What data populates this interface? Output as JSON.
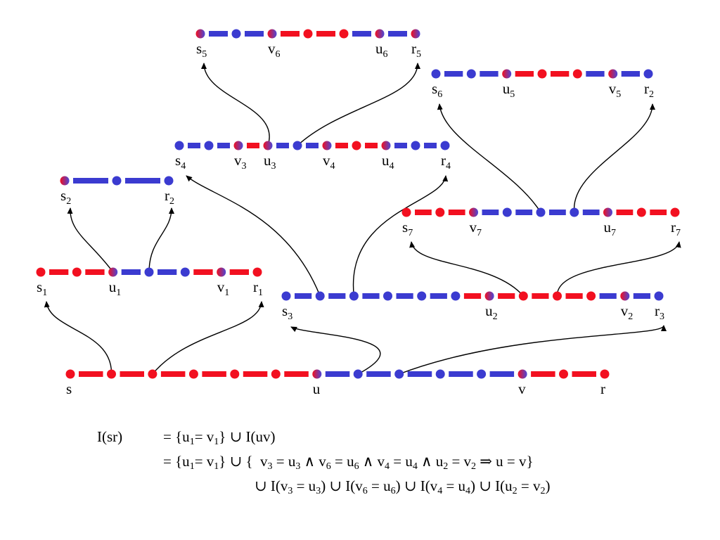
{
  "colors": {
    "red": "#f21020",
    "blue": "#3b3bd0",
    "mixed_from": "#f21020",
    "mixed_to": "#4a46d8",
    "arrow": "#000000"
  },
  "chains": [
    {
      "id": "chain-s-r",
      "segments": [
        "red",
        "red",
        "red",
        "red",
        "red",
        "red",
        "blue",
        "blue",
        "blue",
        "blue",
        "blue",
        "red",
        "red"
      ],
      "nodes": [
        "red",
        "red",
        "red",
        "red",
        "red",
        "red",
        "mixed",
        "blue",
        "blue",
        "blue",
        "blue",
        "mixed",
        "red",
        "red"
      ],
      "labels": [
        {
          "node": 0,
          "text": "s",
          "sub": ""
        },
        {
          "node": 6,
          "text": "u",
          "sub": ""
        },
        {
          "node": 11,
          "text": "v",
          "sub": ""
        },
        {
          "node": 13,
          "text": "r",
          "sub": ""
        }
      ]
    },
    {
      "id": "chain-s1-r1",
      "segments": [
        "red",
        "red",
        "blue",
        "blue",
        "red",
        "red"
      ],
      "nodes": [
        "red",
        "red",
        "mixed",
        "blue",
        "blue",
        "mixed",
        "red"
      ],
      "labels": [
        {
          "node": 0,
          "text": "s",
          "sub": "1"
        },
        {
          "node": 2,
          "text": "u",
          "sub": "1"
        },
        {
          "node": 5,
          "text": "v",
          "sub": "1"
        },
        {
          "node": 6,
          "text": "r",
          "sub": "1"
        }
      ]
    },
    {
      "id": "chain-s2-r2",
      "segments": [
        "blue",
        "blue"
      ],
      "nodes": [
        "mixed",
        "blue",
        "blue"
      ],
      "labels": [
        {
          "node": 0,
          "text": "s",
          "sub": "2"
        },
        {
          "node": 2,
          "text": "r",
          "sub": "2"
        }
      ]
    },
    {
      "id": "chain-s4-r4",
      "segments": [
        "blue",
        "blue",
        "red",
        "blue",
        "blue",
        "red",
        "red",
        "blue",
        "blue"
      ],
      "nodes": [
        "blue",
        "blue",
        "mixed",
        "mixed",
        "blue",
        "mixed",
        "red",
        "mixed",
        "blue",
        "blue"
      ],
      "labels": [
        {
          "node": 0,
          "text": "s",
          "sub": "4"
        },
        {
          "node": 2,
          "text": "v",
          "sub": "3"
        },
        {
          "node": 3,
          "text": "u",
          "sub": "3"
        },
        {
          "node": 5,
          "text": "v",
          "sub": "4"
        },
        {
          "node": 7,
          "text": "u",
          "sub": "4"
        },
        {
          "node": 9,
          "text": "r",
          "sub": "4"
        }
      ]
    },
    {
      "id": "chain-s5-r5",
      "segments": [
        "blue",
        "blue",
        "red",
        "red",
        "blue",
        "blue"
      ],
      "nodes": [
        "mixed",
        "blue",
        "mixed",
        "red",
        "red",
        "mixed",
        "mixed"
      ],
      "labels": [
        {
          "node": 0,
          "text": "s",
          "sub": "5"
        },
        {
          "node": 2,
          "text": "v",
          "sub": "6"
        },
        {
          "node": 5,
          "text": "u",
          "sub": "6"
        },
        {
          "node": 6,
          "text": "r",
          "sub": "5"
        }
      ]
    },
    {
      "id": "chain-s6-r2",
      "segments": [
        "blue",
        "blue",
        "red",
        "red",
        "blue",
        "blue"
      ],
      "nodes": [
        "blue",
        "blue",
        "mixed",
        "red",
        "red",
        "mixed",
        "blue"
      ],
      "labels": [
        {
          "node": 0,
          "text": "s",
          "sub": "6"
        },
        {
          "node": 2,
          "text": "u",
          "sub": "5"
        },
        {
          "node": 5,
          "text": "v",
          "sub": "5"
        },
        {
          "node": 6,
          "text": "r",
          "sub": "2"
        }
      ]
    },
    {
      "id": "chain-s7-r7",
      "segments": [
        "red",
        "red",
        "blue",
        "blue",
        "blue",
        "blue",
        "red",
        "red"
      ],
      "nodes": [
        "red",
        "red",
        "mixed",
        "blue",
        "blue",
        "blue",
        "mixed",
        "red",
        "red"
      ],
      "labels": [
        {
          "node": 0,
          "text": "s",
          "sub": "7"
        },
        {
          "node": 2,
          "text": "v",
          "sub": "7"
        },
        {
          "node": 6,
          "text": "u",
          "sub": "7"
        },
        {
          "node": 8,
          "text": "r",
          "sub": "7"
        }
      ]
    },
    {
      "id": "chain-s3-r3",
      "segments": [
        "blue",
        "blue",
        "blue",
        "blue",
        "blue",
        "red",
        "red",
        "red",
        "red",
        "blue",
        "blue"
      ],
      "nodes": [
        "blue",
        "blue",
        "blue",
        "blue",
        "blue",
        "blue",
        "mixed",
        "red",
        "red",
        "red",
        "mixed",
        "blue"
      ],
      "labels": [
        {
          "node": 0,
          "text": "s",
          "sub": "3"
        },
        {
          "node": 6,
          "text": "u",
          "sub": "2"
        },
        {
          "node": 10,
          "text": "v",
          "sub": "2"
        },
        {
          "node": 11,
          "text": "r",
          "sub": "3"
        }
      ]
    }
  ],
  "equations": {
    "lhs": "I(sr)",
    "line1": [
      {
        "t": "= {u"
      },
      {
        "s": "1"
      },
      {
        "t": "= v"
      },
      {
        "s": "1"
      },
      {
        "t": "} ∪ I(uv)"
      }
    ],
    "line2": [
      {
        "t": "= {u"
      },
      {
        "s": "1"
      },
      {
        "t": "= v"
      },
      {
        "s": "1"
      },
      {
        "t": "} ∪ {  v"
      },
      {
        "s": "3"
      },
      {
        "t": " = u"
      },
      {
        "s": "3"
      },
      {
        "t": " ∧ v"
      },
      {
        "s": "6"
      },
      {
        "t": " = u"
      },
      {
        "s": "6"
      },
      {
        "t": " ∧ v"
      },
      {
        "s": "4"
      },
      {
        "t": " = u"
      },
      {
        "s": "4"
      },
      {
        "t": " ∧ u"
      },
      {
        "s": "2"
      },
      {
        "t": " = v"
      },
      {
        "s": "2"
      },
      {
        "t": " ⇒ u = v}"
      }
    ],
    "line3": [
      {
        "t": "∪ I(v"
      },
      {
        "s": "3"
      },
      {
        "t": " = u"
      },
      {
        "s": "3"
      },
      {
        "t": ") ∪ I(v"
      },
      {
        "s": "6"
      },
      {
        "t": " = u"
      },
      {
        "s": "6"
      },
      {
        "t": ") ∪ I(v"
      },
      {
        "s": "4"
      },
      {
        "t": " = u"
      },
      {
        "s": "4"
      },
      {
        "t": ") ∪ I(u"
      },
      {
        "s": "2"
      },
      {
        "t": " = v"
      },
      {
        "s": "2"
      },
      {
        "t": ")"
      }
    ]
  }
}
